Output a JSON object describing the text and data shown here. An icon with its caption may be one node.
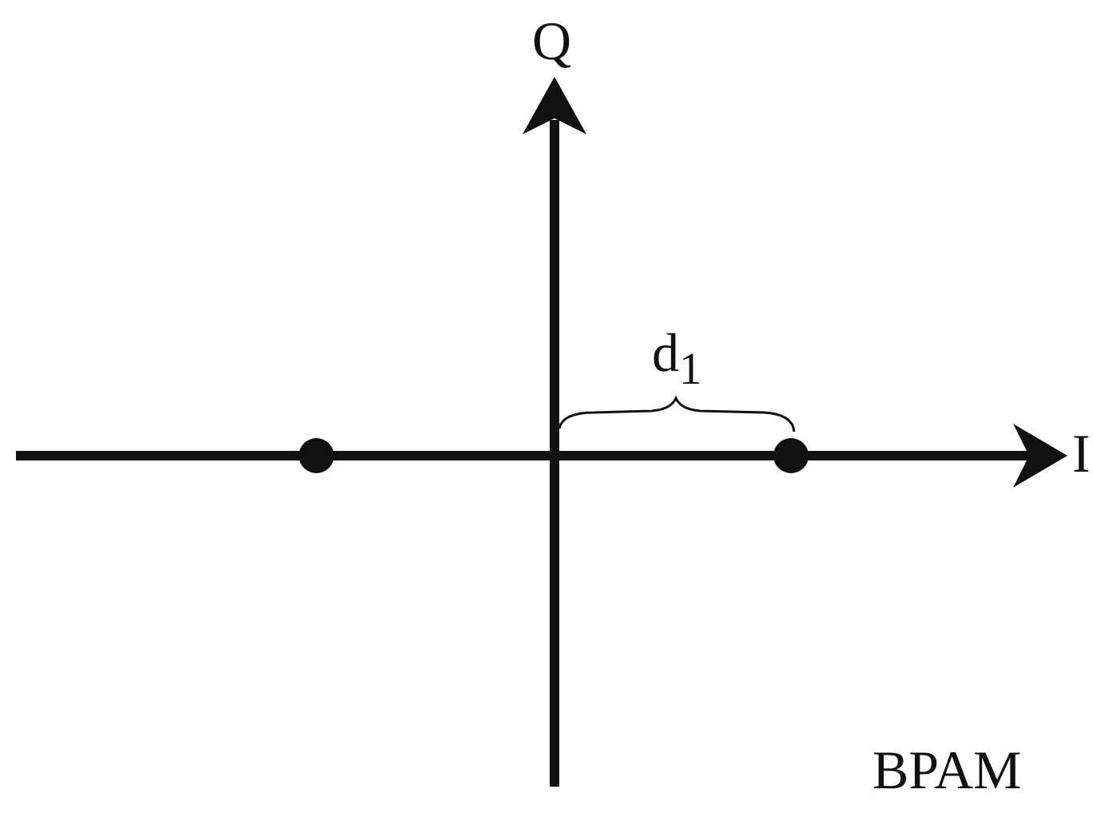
{
  "diagram": {
    "labels": [
      "Q",
      "d$_{1}$",
      "I",
      "BPAM"
    ]
  }
}
